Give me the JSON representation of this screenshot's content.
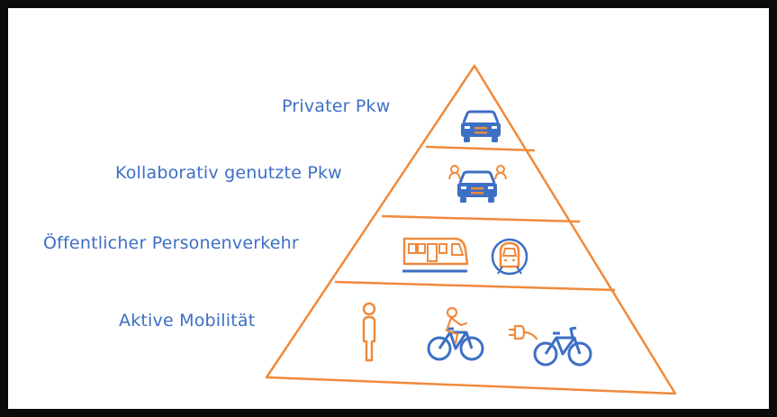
{
  "pyramid": {
    "levels": [
      {
        "label": "Privater Pkw",
        "icons": [
          "car-icon"
        ]
      },
      {
        "label": "Kollaborativ genutzte Pkw",
        "icons": [
          "shared-car-icon"
        ]
      },
      {
        "label": "Öffentlicher Personenverkehr",
        "icons": [
          "bus-icon",
          "train-icon"
        ]
      },
      {
        "label": "Aktive Mobilität",
        "icons": [
          "pedestrian-icon",
          "cyclist-icon",
          "e-bike-icon"
        ]
      }
    ]
  },
  "colors": {
    "outline": "#f08a3c",
    "icon_primary": "#3d6fc4",
    "icon_accent": "#f08a3c",
    "frame": "#0b0b0b"
  }
}
